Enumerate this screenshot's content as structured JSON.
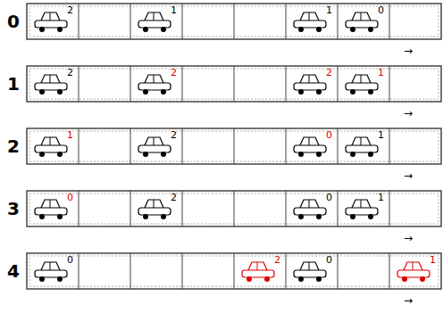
{
  "diagram": {
    "labels": [
      "0",
      "2",
      "1",
      "1",
      "0",
      "→",
      "1",
      "2",
      "2",
      "2",
      "1",
      "→",
      "2",
      "1",
      "2",
      "0",
      "1",
      "→",
      "3",
      "0",
      "2",
      "0",
      "1",
      "→",
      "4",
      "0",
      "2",
      "0",
      "1",
      "→"
    ]
  }
}
